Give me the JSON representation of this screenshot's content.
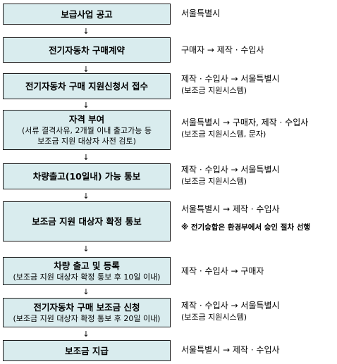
{
  "steps": [
    {
      "title": "보급사업 공고",
      "note": "서울특별시"
    },
    {
      "title": "전기자동차 구매계약",
      "note": "구매자 → 제작 · 수입사"
    },
    {
      "title": "전기자동차 구매 지원신청서 접수",
      "note": "제작 · 수입사 → 서울특별시",
      "note_sub": "(보조금 지원시스템)"
    },
    {
      "title": "자격 부여",
      "detail1": "(서류 결격사유, 2개월 이내 출고가능 등",
      "detail2": "보조금 지원 대상자 사전 검토)",
      "note": "서울특별시 → 구매자, 제작 · 수입사",
      "note_sub": "(보조금 지원시스템, 문자)"
    },
    {
      "title": "차량출고(10일내) 가능 통보",
      "note": "제작 · 수입사 → 서울특별시",
      "note_sub": "(보조금 지원시스템)"
    },
    {
      "title": "보조금 지원 대상자 확정 통보",
      "note": "서울특별시 → 제작 · 수입사",
      "note_sub": "※ 전기승합은 환경부에서 승인 절차 선행"
    },
    {
      "title": "차량 출고 및 등록",
      "detail1": "(보조금 지원 대상자 확정 통보 후 10일 이내)",
      "note": "제작 · 수입사 → 구매자"
    },
    {
      "title": "전기자동차 구매 보조금 신청",
      "detail1": "(보조금 지원 대상자 확정 통보 후 20일 이내)",
      "note": "제작 · 수입사 → 서울특별시",
      "note_sub": "(보조금 지원시스템)"
    },
    {
      "title": "보조금 지급",
      "note": "서울특별시 → 제작 · 수입사"
    }
  ],
  "arrow_glyph": "↓"
}
